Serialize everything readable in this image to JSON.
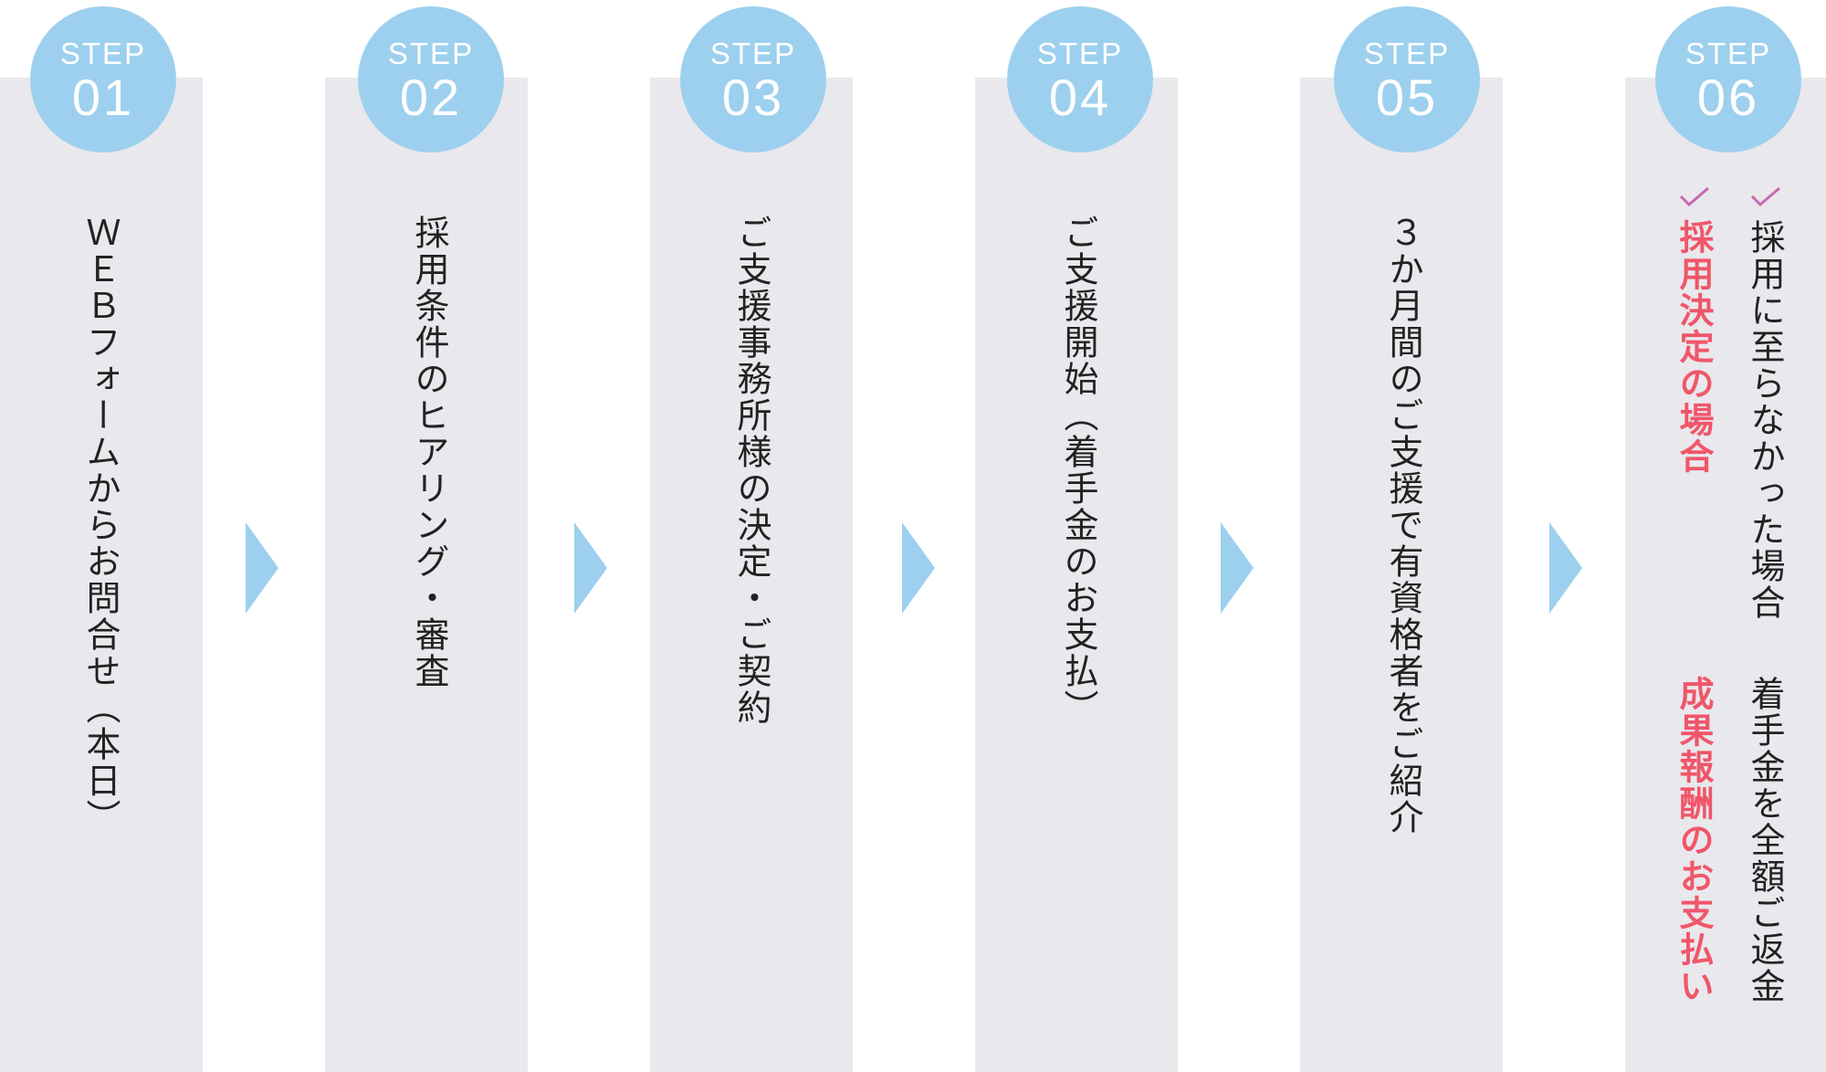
{
  "steps": [
    {
      "label": "STEP",
      "number": "01",
      "text": "ＷＥＢフォームからお問合せ（本日）"
    },
    {
      "label": "STEP",
      "number": "02",
      "text": "採用条件のヒアリング・審査"
    },
    {
      "label": "STEP",
      "number": "03",
      "text": "ご支援事務所様の決定・ご契約"
    },
    {
      "label": "STEP",
      "number": "04",
      "text": "ご支援開始（着手金のお支払）"
    },
    {
      "label": "STEP",
      "number": "05",
      "text": "３か月間のご支援で有資格者をご紹介"
    },
    {
      "label": "STEP",
      "number": "06",
      "not_hired": {
        "condition": "採用に至らなかった場合",
        "result": "着手金を全額ご返金"
      },
      "hired": {
        "condition": "採用決定の場合",
        "result": "成果報酬のお支払い"
      }
    }
  ],
  "colors": {
    "column_bg": "#e9e8ec",
    "badge": "#9dd0ee",
    "arrow": "#9dd0ee",
    "highlight": "#f0566a",
    "check": "#c868b0",
    "text": "#222222"
  },
  "icons": {
    "arrow": "chevron-right-icon",
    "check": "check-icon"
  }
}
